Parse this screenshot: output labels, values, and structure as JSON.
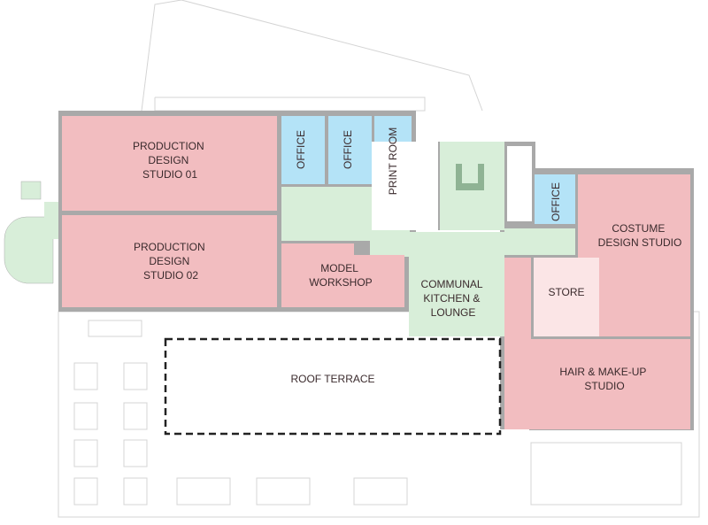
{
  "colors": {
    "studio": "#f2bdc0",
    "office": "#b4e3f7",
    "circulation": "#d8eed9",
    "store": "#fbe5e6",
    "wall": "#a9a9a9",
    "terrace_border": "#222222"
  },
  "rooms": {
    "pds01": [
      "PRODUCTION",
      "DESIGN",
      "STUDIO 01"
    ],
    "pds02": [
      "PRODUCTION",
      "DESIGN",
      "STUDIO 02"
    ],
    "office1": "OFFICE",
    "office2": "OFFICE",
    "print_room": "PRINT ROOM",
    "office3": "OFFICE",
    "model_workshop": [
      "MODEL",
      "WORKSHOP"
    ],
    "kitchen": [
      "COMMUNAL",
      "KITCHEN &",
      "LOUNGE"
    ],
    "costume": [
      "COSTUME",
      "DESIGN STUDIO"
    ],
    "store": "STORE",
    "hair": [
      "HAIR & MAKE-UP",
      "STUDIO"
    ],
    "terrace": "ROOF TERRACE"
  }
}
